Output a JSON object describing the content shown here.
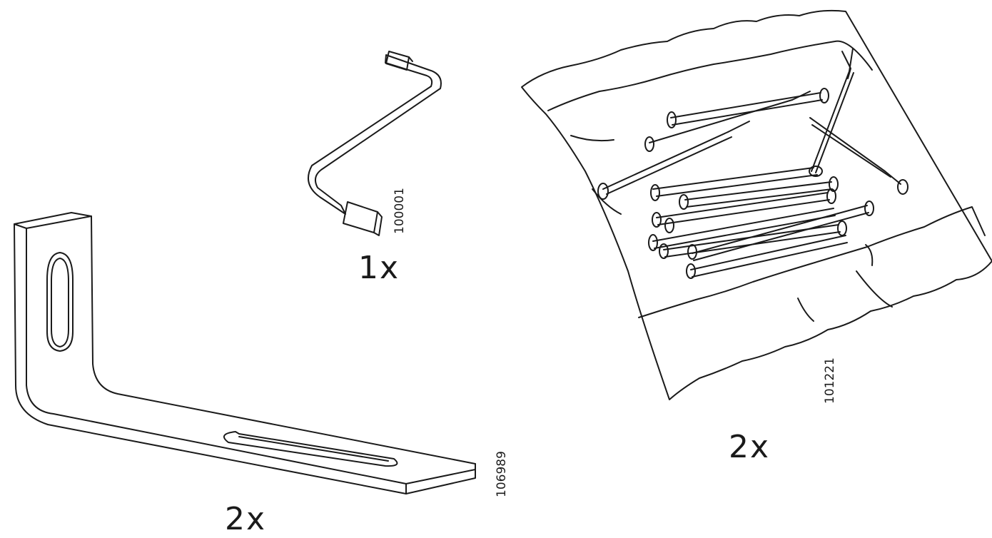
{
  "parts": [
    {
      "name": "allen-key",
      "quantity": "1x",
      "article_number": "100001"
    },
    {
      "name": "angle-bracket",
      "quantity": "2x",
      "article_number": "106989"
    },
    {
      "name": "nail-bag",
      "quantity": "2x",
      "article_number": "101221"
    }
  ],
  "colors": {
    "line": "#1a1a1a",
    "background": "#ffffff"
  }
}
